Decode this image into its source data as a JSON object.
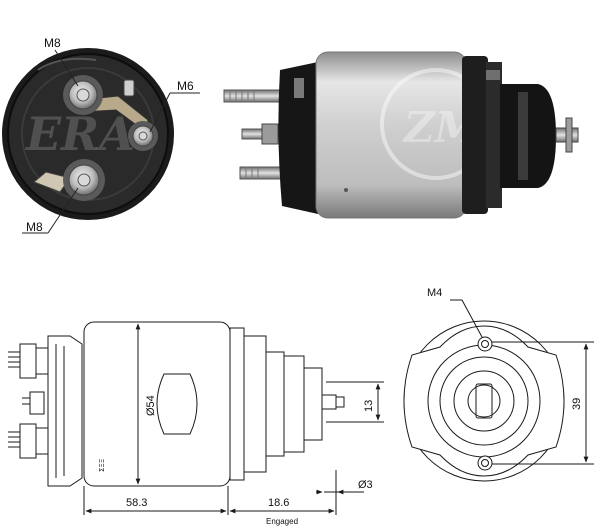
{
  "photo_labels": {
    "end_terminal_top": "M8",
    "end_terminal_right": "M6",
    "end_terminal_bottom": "M8"
  },
  "drawing_labels": {
    "mount_thread": "M4",
    "body_diameter": "Ø54",
    "body_length": "58.3",
    "plunger_travel": "18.6",
    "plunger_travel_note": "Engaged",
    "plunger_height": "13",
    "plunger_pin_diameter": "Ø3",
    "flange_height": "39"
  },
  "colors": {
    "line": "#1a1a1a",
    "housing_metal": "#c9c9c9",
    "insulator_black": "#141414"
  }
}
